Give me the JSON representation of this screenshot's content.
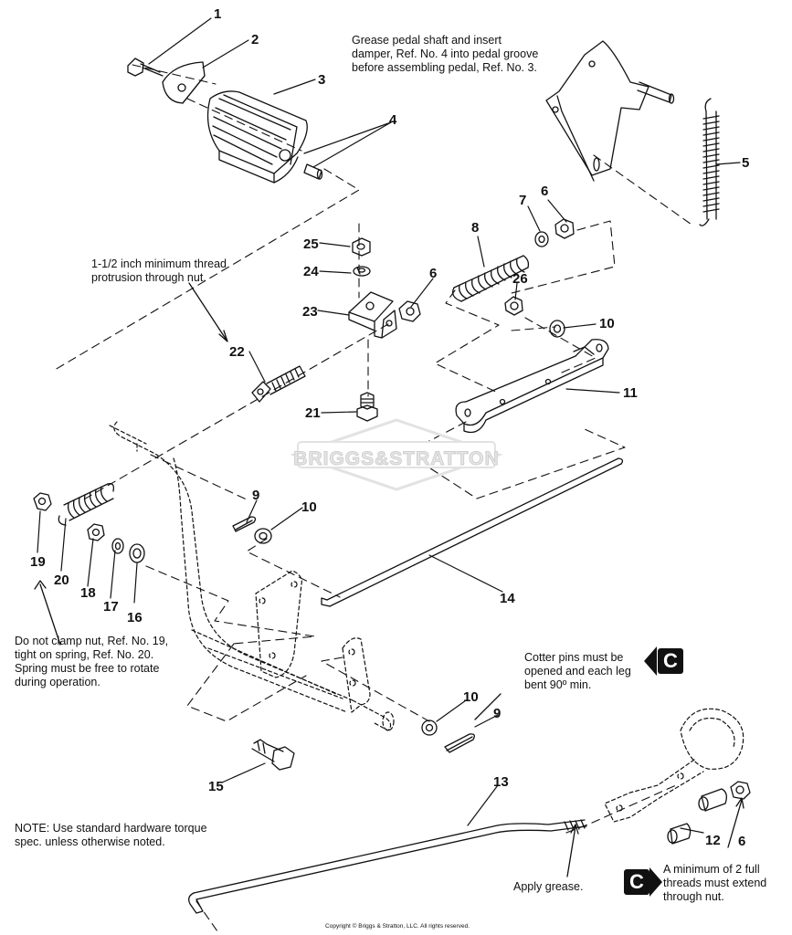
{
  "watermark": "BRIGGS&STRATTON",
  "copyright": "Copyright © Briggs & Stratton, LLC. All rights reserved.",
  "callouts": {
    "grease_pedal": "Grease pedal shaft and insert damper, Ref. No. 4 into pedal groove before assembling pedal, Ref. No. 3.",
    "thread_protrusion": "1-1/2 inch minimum thread protrusion through nut.",
    "clamp_nut": "Do not clamp nut, Ref. No. 19, tight on spring, Ref. No. 20. Spring must be free to rotate during operation.",
    "cotter_pins": "Cotter pins must be opened and each leg bent 90º min.",
    "note": "NOTE: Use standard hardware torque spec. unless otherwise noted.",
    "apply_grease": "Apply grease.",
    "full_threads": "A minimum of 2 full threads must extend through nut."
  },
  "badges": [
    "C",
    "C"
  ],
  "refs": [
    "1",
    "2",
    "3",
    "4",
    "5",
    "6",
    "7",
    "8",
    "25",
    "24",
    "6",
    "23",
    "26",
    "10",
    "22",
    "11",
    "21",
    "9",
    "10",
    "19",
    "20",
    "18",
    "17",
    "16",
    "14",
    "10",
    "9",
    "15",
    "13",
    "12",
    "6"
  ]
}
